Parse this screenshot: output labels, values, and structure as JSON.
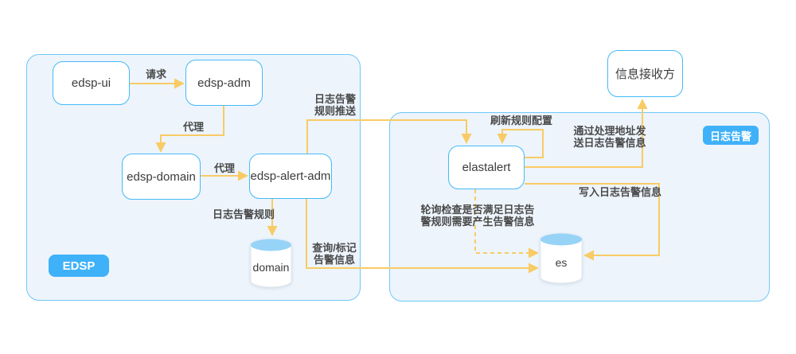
{
  "diagram": {
    "title": "EDSP log alerting architecture diagram",
    "badges": {
      "edsp": "EDSP",
      "log_alert": "日志告警"
    },
    "nodes": {
      "edsp_ui": "edsp-ui",
      "edsp_adm": "edsp-adm",
      "edsp_domain": "edsp-domain",
      "edsp_alert_adm": "edsp-alert-adm",
      "elastalert": "elastalert",
      "receiver": "信息接收方",
      "domain_db": "domain",
      "es_db": "es"
    },
    "edges": {
      "request": "请求",
      "proxy1": "代理",
      "proxy2": "代理",
      "alert_rule": "日志告警规则",
      "rule_push_l1": "日志告警",
      "rule_push_l2": "规则推送",
      "query_mark_l1": "查询/标记",
      "query_mark_l2": "告警信息",
      "refresh_rule": "刷新规则配置",
      "send_l1": "通过处理地址发",
      "send_l2": "送日志告警信息",
      "write_alert": "写入日志告警信息",
      "poll_l1": "轮询检查是否满足日志告",
      "poll_l2": "警规则需要产生告警信息"
    },
    "colors": {
      "arrow": "#F9CB66",
      "box_border": "#45BAF8",
      "panel_border": "#6EC8F8",
      "panel_fill": "#EDF4FC",
      "badge_fill": "#3FB1F8",
      "cylinder_top": "#97D3F7",
      "text": "#3C3C3C",
      "label": "#4A4A4A"
    }
  }
}
